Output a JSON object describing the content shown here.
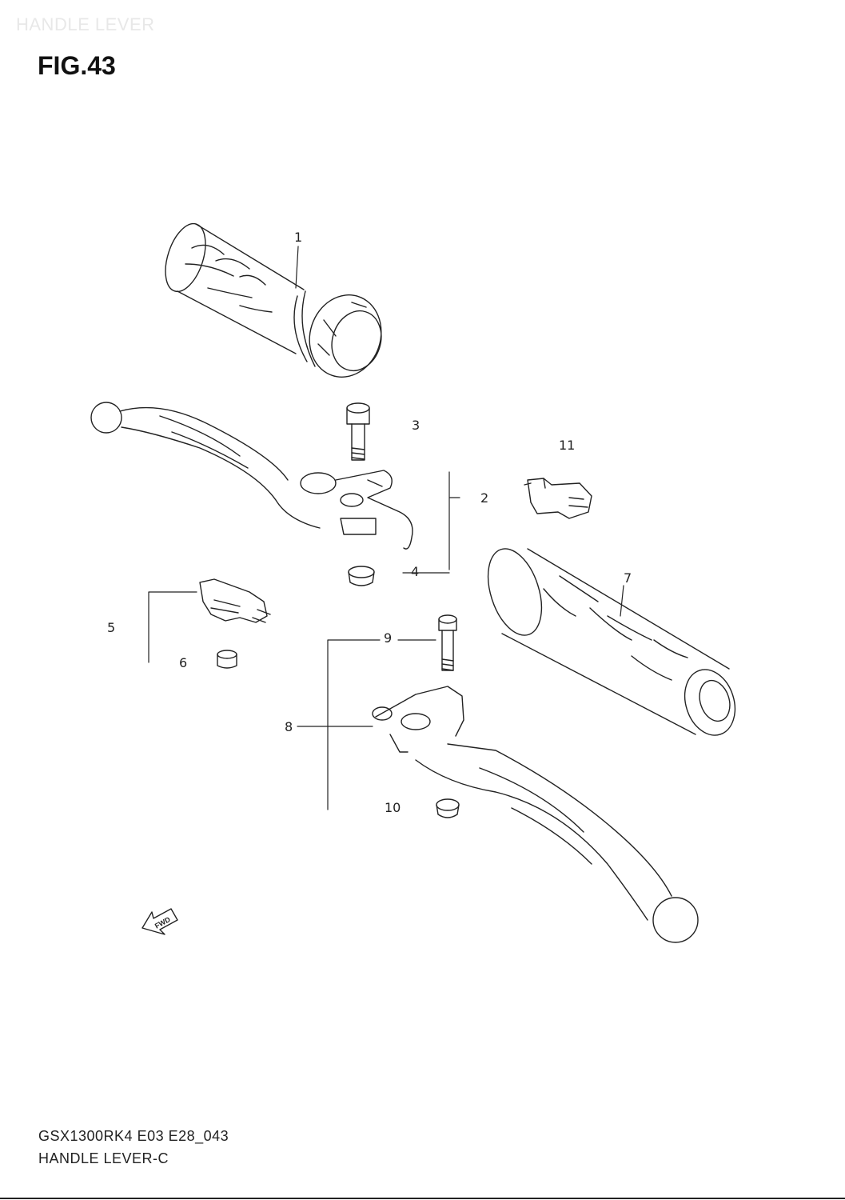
{
  "header": {
    "watermark": "HANDLE LEVER",
    "figure_title": "FIG.43"
  },
  "callouts": [
    {
      "id": "1",
      "label": "1"
    },
    {
      "id": "2",
      "label": "2"
    },
    {
      "id": "3",
      "label": "3"
    },
    {
      "id": "4",
      "label": "4"
    },
    {
      "id": "5",
      "label": "5"
    },
    {
      "id": "6",
      "label": "6"
    },
    {
      "id": "7",
      "label": "7"
    },
    {
      "id": "8",
      "label": "8"
    },
    {
      "id": "9",
      "label": "9"
    },
    {
      "id": "10",
      "label": "10"
    },
    {
      "id": "11",
      "label": "11"
    }
  ],
  "fwd_badge": "FWD",
  "footer": {
    "drawing_code": "GSX1300RK4 E03 E28_043",
    "drawing_name": "HANDLE LEVER-C"
  }
}
